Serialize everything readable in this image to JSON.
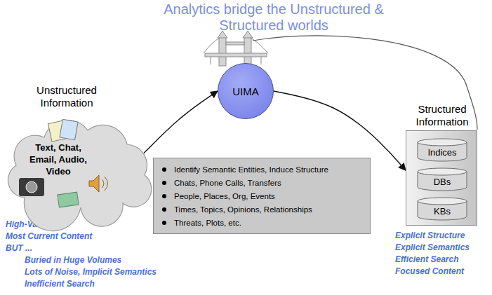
{
  "diagram": {
    "title": "Analytics bridge the Unstructured & Structured worlds",
    "nodes": [
      {
        "text": [
          "Unstructured Information",
          "Text, Chat, Email, Audio, Video"
        ]
      },
      {
        "text": [
          "UIMA"
        ]
      },
      {
        "text": [
          "Identify Semantic Entities, Induce Structure",
          "Chats, Phone Calls, Transfers",
          "People, Places, Org, Events",
          "Times, Topics, Opinions, Relationships",
          "Threats, Plots, etc."
        ]
      },
      {
        "text": [
          "Structured Information"
        ]
      },
      {
        "text": [
          "Indices"
        ],
        "in": 3
      },
      {
        "text": [
          "DBs"
        ],
        "in": 3
      },
      {
        "text": [
          "KBs"
        ],
        "in": 3
      }
    ],
    "edges": [
      {
        "from": 0,
        "to": 1,
        "arrow": "to"
      },
      {
        "from": 1,
        "to": 3,
        "arrow": "to"
      }
    ],
    "labels": [
      "High-Value",
      "Most Current Content",
      "BUT ...",
      "Buried in Huge Volumes",
      "Lots of Noise, Implicit Semantics",
      "Inefficient Search",
      "Explicit Structure",
      "Explicit Semantics",
      "Efficient Search",
      "Focused Content"
    ]
  }
}
